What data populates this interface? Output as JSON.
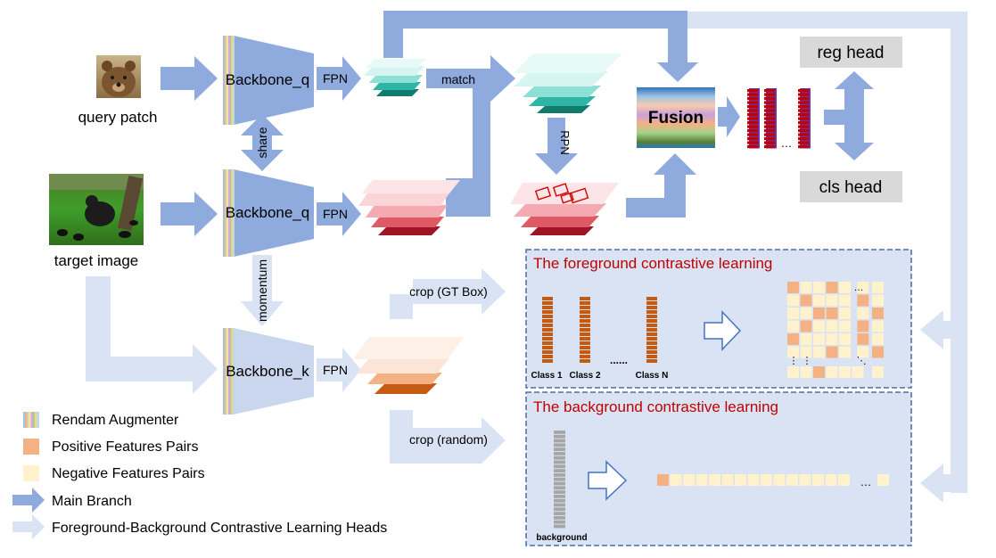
{
  "inputs": {
    "query_label": "query patch",
    "target_label": "target image"
  },
  "backbones": {
    "q1": "Backbone_q",
    "q2": "Backbone_q",
    "k": "Backbone_k"
  },
  "connectors": {
    "fpn": "FPN",
    "share": "share",
    "momentum": "momentum",
    "match": "match",
    "rpn": "RPN",
    "crop_gt": "crop (GT Box)",
    "crop_random": "crop (random)"
  },
  "fusion": {
    "label": "Fusion"
  },
  "heads": {
    "reg": "reg head",
    "cls": "cls head"
  },
  "ellipsis": "…",
  "foreground_panel": {
    "title": "The foreground contrastive learning",
    "class_labels": [
      "Class 1",
      "Class 2",
      "Class N"
    ],
    "dots": "......",
    "matrix": [
      [
        1,
        0,
        0,
        1,
        0,
        0,
        0
      ],
      [
        0,
        1,
        0,
        0,
        0,
        1,
        0
      ],
      [
        0,
        0,
        1,
        1,
        0,
        0,
        1
      ],
      [
        0,
        1,
        0,
        0,
        0,
        1,
        0
      ],
      [
        1,
        0,
        0,
        0,
        0,
        1,
        0
      ],
      [
        0,
        0,
        0,
        1,
        0,
        0,
        1
      ]
    ],
    "matrix_last_row": [
      0,
      0,
      1,
      0,
      0,
      0,
      0
    ]
  },
  "background_panel": {
    "title": "The background contrastive learning",
    "bar_label": "background",
    "sequence_cells": 15
  },
  "legend": {
    "items": [
      {
        "name": "legend-augmenter",
        "label": "Rendam Augmenter"
      },
      {
        "name": "legend-positive",
        "label": "Positive Features Pairs"
      },
      {
        "name": "legend-negative",
        "label": "Negative Features Pairs"
      },
      {
        "name": "legend-main-branch",
        "label": "Main Branch"
      },
      {
        "name": "legend-heads",
        "label": "Foreground-Background Contrastive Learning Heads"
      }
    ]
  },
  "colors": {
    "main_arrow": "#8faadc",
    "light_arrow": "#dae3f3",
    "backbone_q": "#8faadc",
    "backbone_k": "#c9d6ee",
    "panel_bg": "#dae3f3",
    "panel_border": "#2f5597",
    "title_red": "#c00000",
    "positive": "#f4b183",
    "negative": "#fff2cc",
    "cls_bar": "#c55a11",
    "head_box": "#d9d9d9"
  }
}
